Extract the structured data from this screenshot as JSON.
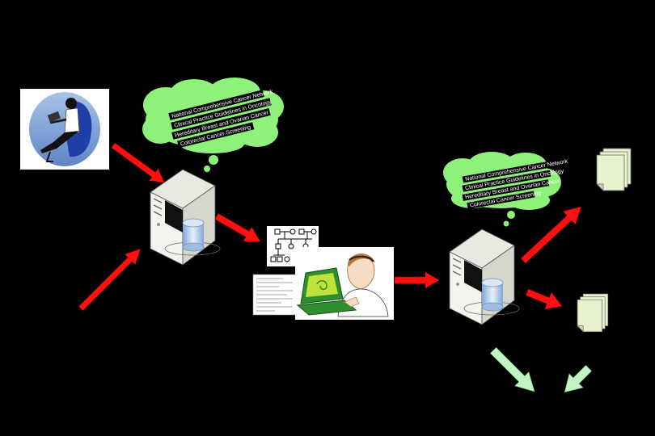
{
  "colors": {
    "background": "#000000",
    "arrow_primary": "#ff1010",
    "arrow_secondary": "#bff5c2",
    "cloud": "#8ef27a",
    "server_body": "#f2f2ea",
    "database": "#c9dcf0",
    "document": "#e7f3cf"
  },
  "thought_bubbles": [
    {
      "lines": [
        "National Comprehensive Cancer Network",
        "Clinical Practice Guidelines in Oncology",
        "Hereditary Breast and Ovarian Cancer",
        "Colorectal Cancer Screening"
      ]
    },
    {
      "lines": [
        "National Comprehensive Cancer Network",
        "Clinical Practice Guidelines in Oncology",
        "Hereditary Breast and Ovarian Cancer",
        "Colorectal Cancer Screening"
      ]
    }
  ],
  "icons": {
    "patient": "patient-at-laptop-icon",
    "server_1": "server-with-database-icon",
    "server_2": "server-with-database-icon",
    "pedigree": "pedigree-chart-icon",
    "form": "family-history-form-icon",
    "clinician": "clinician-at-computer-icon",
    "report_1": "report-document-icon",
    "report_2": "report-document-icon"
  }
}
